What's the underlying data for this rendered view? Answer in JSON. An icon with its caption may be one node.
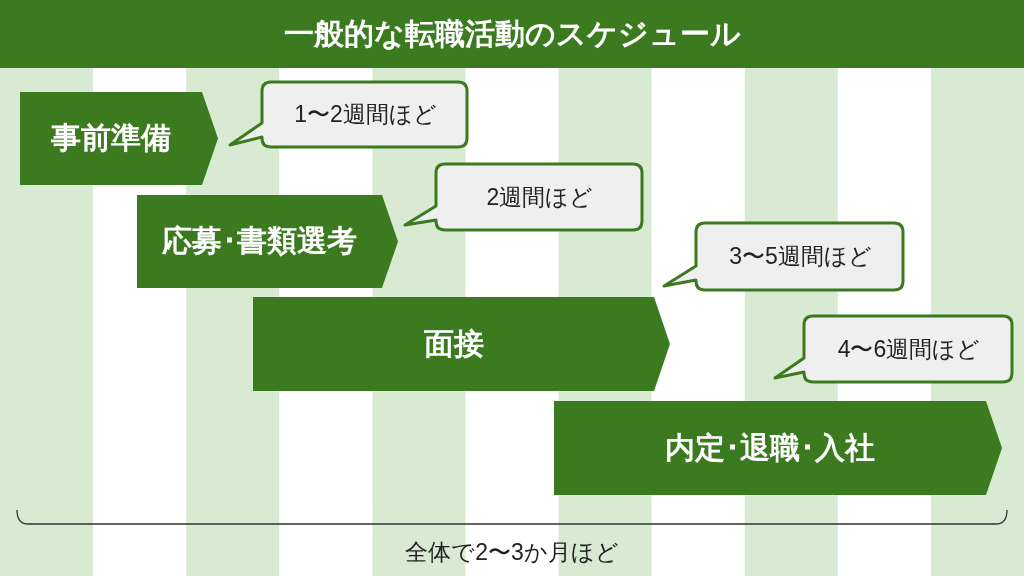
{
  "diagram": {
    "title": "一般的な転職活動のスケジュール",
    "nodes": [
      {
        "text": [
          "事前準備"
        ]
      },
      {
        "text": [
          "1〜2週間ほど"
        ]
      },
      {
        "text": [
          "応募･書類選考"
        ]
      },
      {
        "text": [
          "2週間ほど"
        ]
      },
      {
        "text": [
          "面接"
        ]
      },
      {
        "text": [
          "3〜5週間ほど"
        ]
      },
      {
        "text": [
          "内定･退職･入社"
        ]
      },
      {
        "text": [
          "4〜6週間ほど"
        ]
      }
    ],
    "labels": [
      "全体で2〜3か月ほど"
    ]
  }
}
